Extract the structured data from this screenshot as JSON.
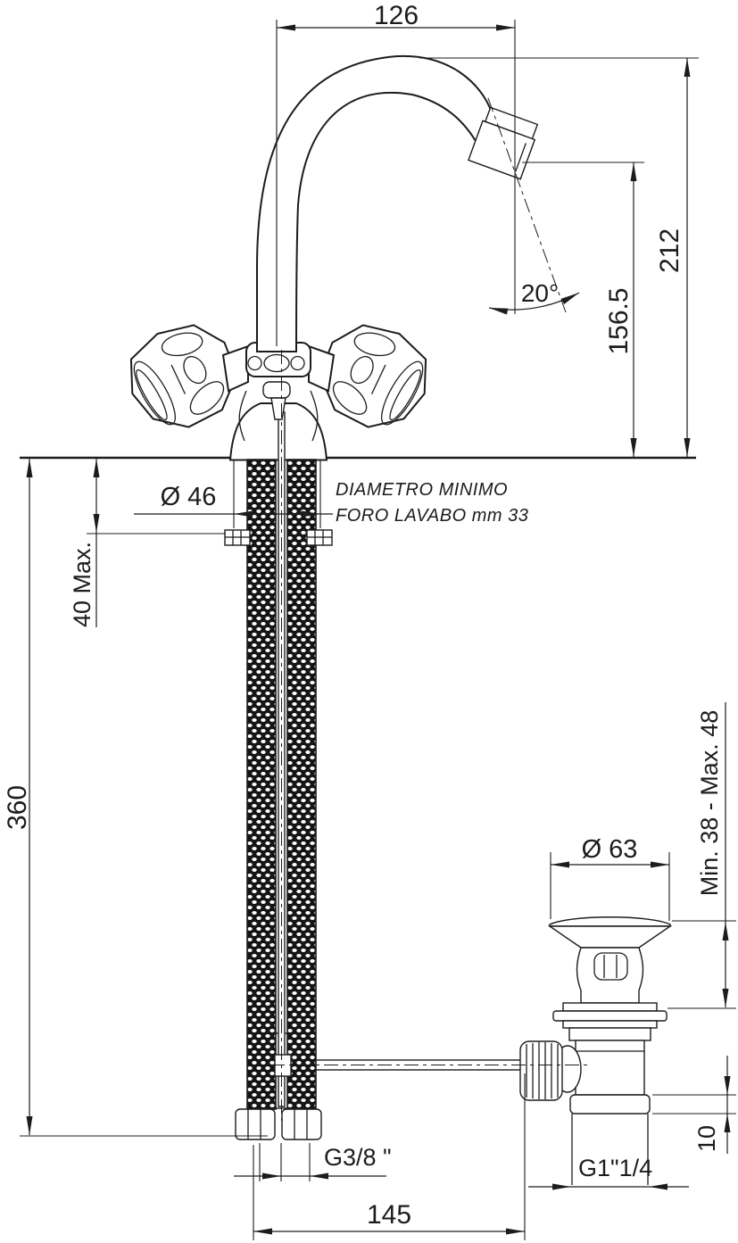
{
  "labels": {
    "spout_reach": "126",
    "total_height": "212",
    "spout_height": "156.5",
    "spray_angle": "20°",
    "base_diameter": "Ø 46",
    "note_line1": "DIAMETRO MINIMO",
    "note_line2": "FORO LAVABO mm 33",
    "counter_thickness_max": "40 Max.",
    "supply_hose_length": "360",
    "drain_flange_diameter": "Ø 63",
    "counter_range": "Min. 38 - Max. 48",
    "supply_thread": "G3/8 \"",
    "drain_thread": "G1\"1/4",
    "drain_offset": "145",
    "thread_exposure": "10"
  },
  "colors": {
    "line": "#1c1c1c",
    "paper": "#ffffff"
  }
}
